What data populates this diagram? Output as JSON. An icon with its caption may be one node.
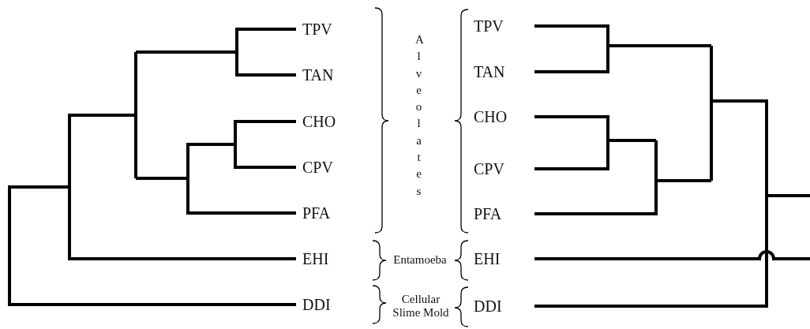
{
  "diagram": {
    "nodes": [
      {
        "text": [
          "TPV"
        ]
      },
      {
        "text": [
          "TAN"
        ]
      },
      {
        "text": [
          "CHO"
        ]
      },
      {
        "text": [
          "CPV"
        ]
      },
      {
        "text": [
          "PFA"
        ]
      },
      {
        "text": [
          "EHI"
        ]
      },
      {
        "text": [
          "DDI"
        ]
      },
      {
        "text": [
          "TPV"
        ]
      },
      {
        "text": [
          "TAN"
        ]
      },
      {
        "text": [
          "CHO"
        ]
      },
      {
        "text": [
          "CPV"
        ]
      },
      {
        "text": [
          "PFA"
        ]
      },
      {
        "text": [
          "EHI"
        ]
      },
      {
        "text": [
          "DDI"
        ]
      }
    ],
    "labels": [
      "Alveolates",
      "Entamoeba",
      "Cellular Slime Mold"
    ]
  }
}
